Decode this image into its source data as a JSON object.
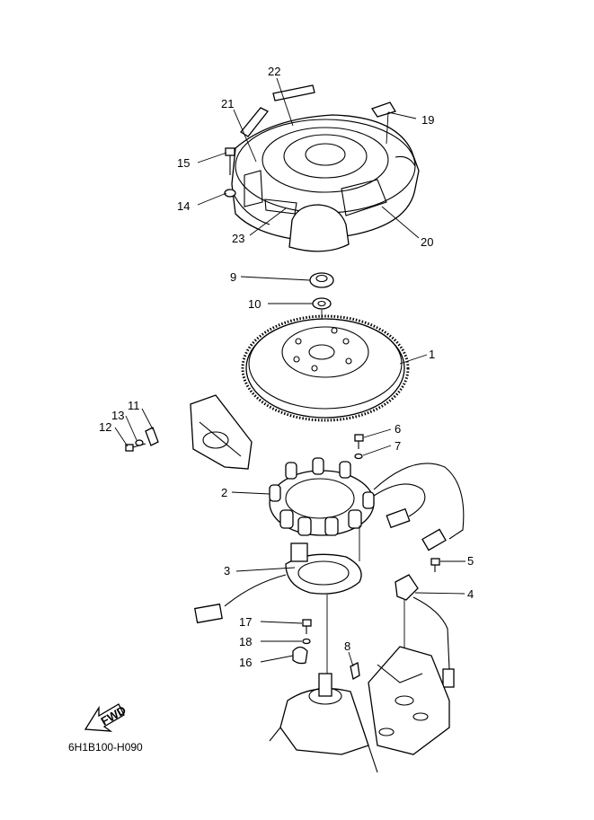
{
  "callouts": [
    "22",
    "21",
    "19",
    "15",
    "14",
    "23",
    "20",
    "9",
    "10",
    "1",
    "11",
    "13",
    "12",
    "6",
    "7",
    "2",
    "5",
    "3",
    "4",
    "17",
    "18",
    "8",
    "16"
  ],
  "fwd_label": "FWD",
  "figure_code": "6H1B100-H090",
  "colors": {
    "line": "#000000",
    "background": "#ffffff"
  }
}
